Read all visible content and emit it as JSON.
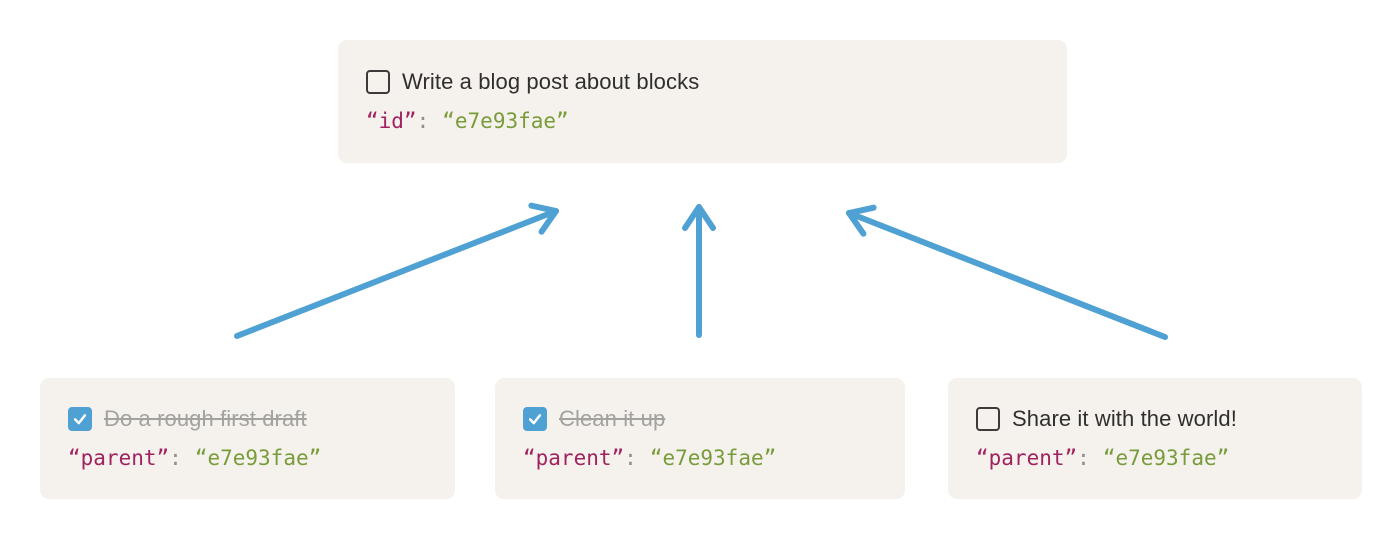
{
  "colors": {
    "page_bg": "#ffffff",
    "card_bg": "#f5f2ed",
    "title_text": "#302f2d",
    "done_text": "#a2a2a0",
    "key_text": "#a0235f",
    "value_text": "#799c3b",
    "punct_text": "#8f8f8d",
    "accent_blue": "#4fa1d4",
    "checkbox_border": "#3c3b39"
  },
  "icons": {
    "checkbox_checked": "checkmark-icon",
    "arrowhead": "chevron-arrowhead-icon"
  },
  "parent_card": {
    "checked": false,
    "title": "Write a blog post about blocks",
    "code": {
      "key": "“id”",
      "colon": ":",
      "value": "“e7e93fae”"
    }
  },
  "child_cards": [
    {
      "checked": true,
      "title": "Do a rough first draft",
      "code": {
        "key": "“parent”",
        "colon": ":",
        "value": "“e7e93fae”"
      }
    },
    {
      "checked": true,
      "title": "Clean it up",
      "code": {
        "key": "“parent”",
        "colon": ":",
        "value": "“e7e93fae”"
      }
    },
    {
      "checked": false,
      "title": "Share it with the world!",
      "code": {
        "key": "“parent”",
        "colon": ":",
        "value": "“e7e93fae”"
      }
    }
  ]
}
